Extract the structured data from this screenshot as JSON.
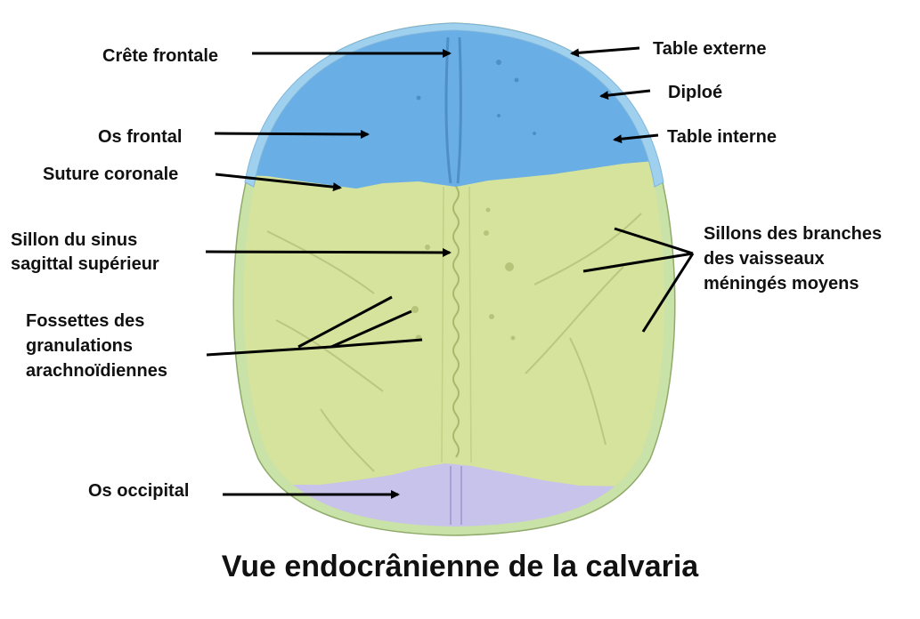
{
  "title": "Vue endocrânienne de la calvaria",
  "labels": {
    "crete_frontale": "Crête frontale",
    "os_frontal": "Os frontal",
    "suture_coronale": "Suture coronale",
    "sillon_sinus_l1": "Sillon du sinus",
    "sillon_sinus_l2": "sagittal supérieur",
    "fossettes_l1": "Fossettes des",
    "fossettes_l2": "granulations",
    "fossettes_l3": "arachnoïdiennes",
    "os_occipital": "Os occipital",
    "table_externe": "Table externe",
    "diploe": "Diploé",
    "table_interne": "Table interne",
    "sillons_l1": "Sillons des branches",
    "sillons_l2": "des vaisseaux",
    "sillons_l3": "méningés moyens"
  },
  "colors": {
    "frontal": "#6aaee6",
    "parietal": "#d5e39c",
    "occipital": "#c7c3ea",
    "rim": "#c9e2a8",
    "frontal_rim": "#9fd0ee",
    "text": "#111111"
  }
}
